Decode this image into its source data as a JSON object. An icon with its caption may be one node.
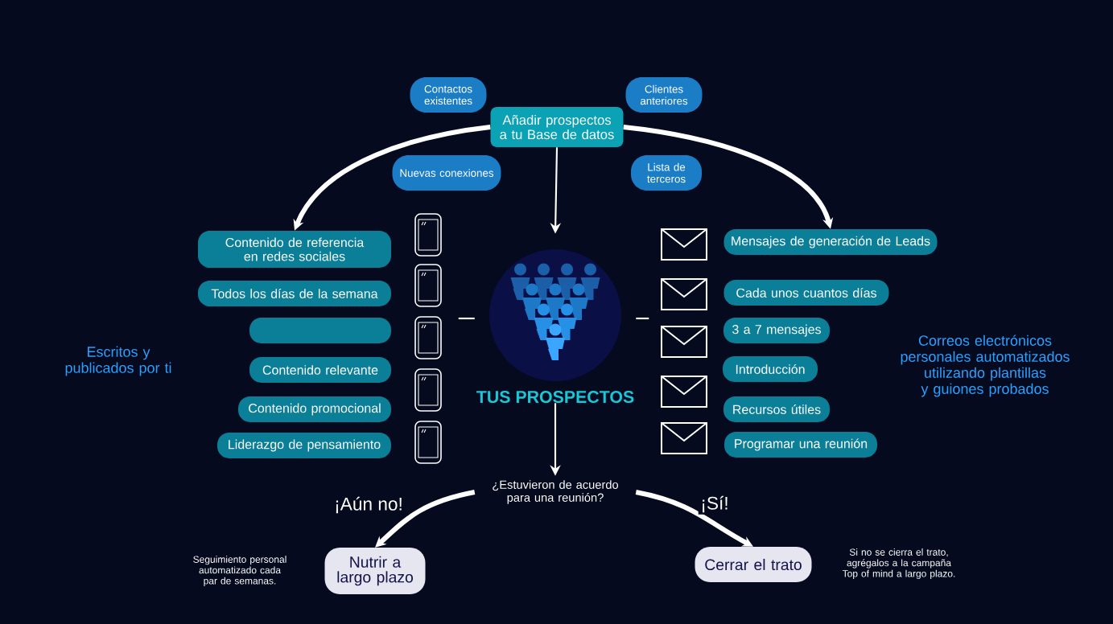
{
  "diagram": {
    "nodes": [
      {
        "text": [
          "Añadir prospectos a tu Base de datos"
        ]
      },
      {
        "text": [
          "Contactos existentes"
        ]
      },
      {
        "text": [
          "Clientes anteriores"
        ]
      },
      {
        "text": [
          "Nuevas conexiones"
        ]
      },
      {
        "text": [
          "Lista de terceros"
        ]
      },
      {
        "text": [
          "Contenido de referencia en redes sociales"
        ]
      },
      {
        "text": [
          "Todos los días de la semana"
        ]
      },
      {
        "text": [],
        "shape": "box"
      },
      {
        "text": [
          "Contenido relevante"
        ]
      },
      {
        "text": [
          "Contenido promocional"
        ]
      },
      {
        "text": [
          "Liderazgo de pensamiento"
        ]
      },
      {
        "text": [
          "Mensajes de generación de Leads"
        ]
      },
      {
        "text": [
          "Cada unos cuantos días"
        ]
      },
      {
        "text": [
          "3 a 7 mensajes"
        ]
      },
      {
        "text": [
          "Introducción"
        ]
      },
      {
        "text": [
          "Recursos útiles"
        ]
      },
      {
        "text": [
          "Programar una reunión"
        ]
      },
      {
        "text": [
          "TUS PROSPECTOS"
        ]
      },
      {
        "text": [
          "¿Estuvieron de acuerdo para una reunión?"
        ]
      },
      {
        "text": [
          "Nutrir a largo plazo"
        ],
        "beside": [
          "Seguimiento personal automatizado cada par de semanas."
        ]
      },
      {
        "text": [
          "Cerrar el trato"
        ],
        "beside": [
          "Si no se cierra el trato, agrégalos a la campaña Top of mind a largo plazo."
        ]
      }
    ],
    "edges": [
      {
        "from": 0,
        "to": 5,
        "arrow": "to",
        "style": "thick"
      },
      {
        "from": 0,
        "to": 11,
        "arrow": "to",
        "style": "thick"
      },
      {
        "from": 0,
        "to": 17,
        "arrow": "to"
      },
      {
        "from": 17,
        "to": 18,
        "arrow": "to"
      },
      {
        "from": 18,
        "to": 19,
        "arrow": "to",
        "label": "¡Aún no!",
        "style": "thick"
      },
      {
        "from": 18,
        "to": 20,
        "arrow": "to",
        "label": "¡Sí!",
        "style": "thick"
      },
      {
        "from": 17,
        "to": null,
        "arrow": "none"
      },
      {
        "from": 17,
        "to": null,
        "arrow": "none"
      }
    ],
    "labels": [
      "Escritos y publicados por ti",
      "Correos electrónicos personales automatizados utilizando plantillas y guiones probados"
    ]
  }
}
